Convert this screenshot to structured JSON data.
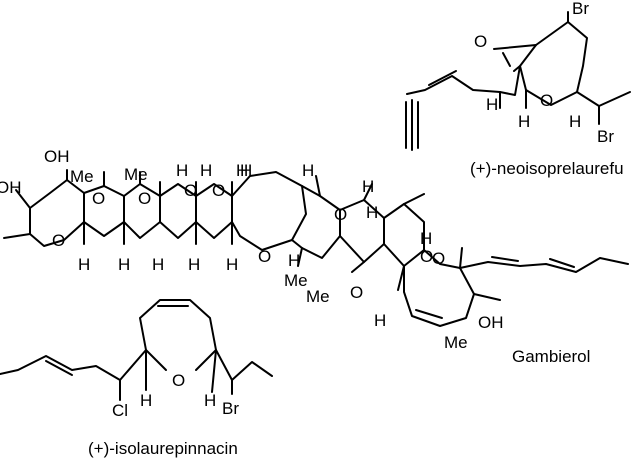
{
  "figure": {
    "compounds": [
      {
        "id": "neoisoprelaurefucin",
        "caption": "(+)-neoisoprelaurefu",
        "atom_labels": [
          "Br",
          "O",
          "O",
          "H",
          "H",
          "H",
          "Br"
        ]
      },
      {
        "id": "gambierol",
        "caption": "Gambierol",
        "atom_labels": [
          "OH",
          "OH",
          "Me",
          "Me",
          "O",
          "O",
          "O",
          "O",
          "H",
          "H",
          "H",
          "H",
          "O",
          "H",
          "O",
          "H",
          "H",
          "H",
          "H",
          "H",
          "H",
          "H",
          "O",
          "Me",
          "O",
          "H",
          "Me",
          "O",
          "H",
          "O",
          "H",
          "OH",
          "Me"
        ]
      },
      {
        "id": "isolaurepinnacin",
        "caption": "(+)-isolaurepinnacin",
        "atom_labels": [
          "O",
          "H",
          "H",
          "Cl",
          "Br"
        ]
      }
    ]
  }
}
